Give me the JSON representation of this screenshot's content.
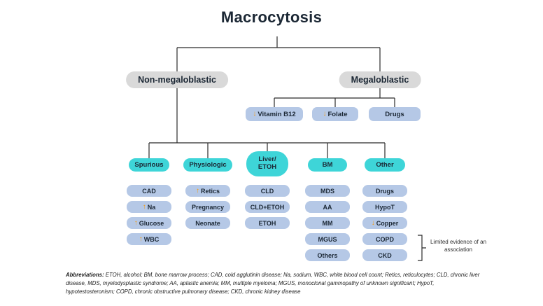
{
  "title": "Macrocytosis",
  "colors": {
    "gray_pill": "#d9d9d9",
    "cyan_pill": "#3ed5d8",
    "blue_pill": "#b5c8e6",
    "arrow": "#f39c12",
    "line": "#2b2b2b",
    "text": "#1b2734"
  },
  "root": {
    "left": {
      "label": "Non-megaloblastic"
    },
    "right": {
      "label": "Megaloblastic"
    }
  },
  "megaloblastic_children": [
    {
      "icon": "↓",
      "label": "Vitamin B12"
    },
    {
      "icon": "↓",
      "label": "Folate"
    },
    {
      "icon": "",
      "label": "Drugs"
    }
  ],
  "columns": [
    {
      "header": "Spurious",
      "items": [
        {
          "icon": "",
          "label": "CAD"
        },
        {
          "icon": "↑",
          "label": "Na"
        },
        {
          "icon": "↑",
          "label": "Glucose"
        },
        {
          "icon": "↑",
          "label": "WBC"
        }
      ]
    },
    {
      "header": "Physiologic",
      "items": [
        {
          "icon": "↑",
          "label": "Retics"
        },
        {
          "icon": "",
          "label": "Pregnancy"
        },
        {
          "icon": "",
          "label": "Neonate"
        }
      ]
    },
    {
      "header_line1": "Liver/",
      "header_line2": "ETOH",
      "items": [
        {
          "icon": "",
          "label": "CLD"
        },
        {
          "icon": "",
          "label": "CLD+ETOH"
        },
        {
          "icon": "",
          "label": "ETOH"
        }
      ]
    },
    {
      "header": "BM",
      "items": [
        {
          "icon": "",
          "label": "MDS"
        },
        {
          "icon": "",
          "label": "AA"
        },
        {
          "icon": "",
          "label": "MM"
        },
        {
          "icon": "",
          "label": "MGUS"
        },
        {
          "icon": "",
          "label": "Others"
        }
      ]
    },
    {
      "header": "Other",
      "items": [
        {
          "icon": "",
          "label": "Drugs"
        },
        {
          "icon": "",
          "label": "HypoT"
        },
        {
          "icon": "↓",
          "label": "Copper"
        },
        {
          "icon": "",
          "label": "COPD"
        },
        {
          "icon": "",
          "label": "CKD"
        }
      ]
    }
  ],
  "note": {
    "label": "Limited evidence of an association"
  },
  "abbreviations": {
    "label": "Abbreviations:",
    "text": " ETOH, alcohol; BM, bone marrow process; CAD, cold agglutinin disease; Na, sodium, WBC, white blood cell count; Retics, reticulocytes; CLD, chronic liver disease, MDS, myelodysplastic syndrome; AA, aplastic anemia; MM, multiple myeloma; MGUS, monoclonal gammopathy of unknown significant; HypoT, hypotestosteronism; COPD, chronic obstructive pulmonary disease; CKD, chronic kidney disease"
  }
}
